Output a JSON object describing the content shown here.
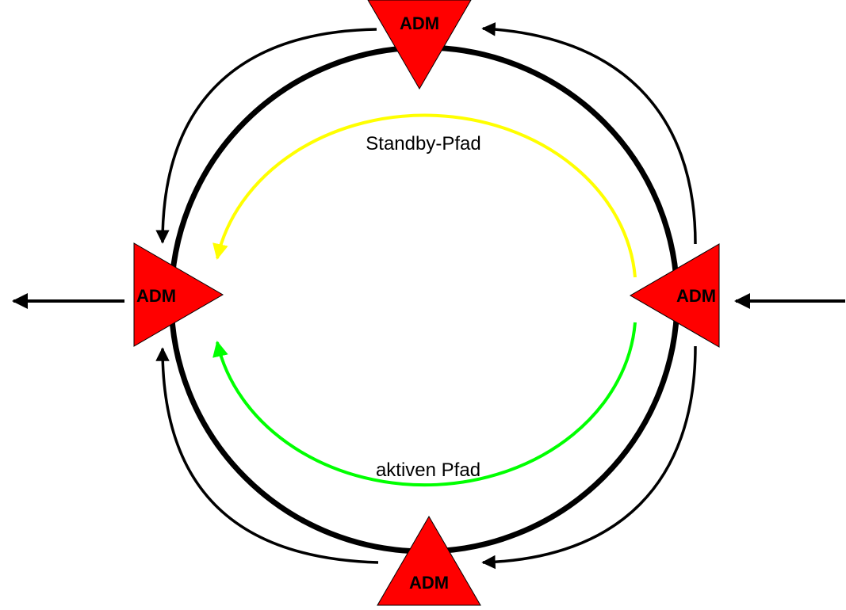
{
  "colors": {
    "node_fill": "#ff0000",
    "ring": "#000000",
    "standby": "#ffff00",
    "active": "#00ff00",
    "arrow": "#000000"
  },
  "nodes": {
    "top": {
      "label": "ADM"
    },
    "left": {
      "label": "ADM"
    },
    "right": {
      "label": "ADM"
    },
    "bottom": {
      "label": "ADM"
    }
  },
  "paths": {
    "standby": {
      "label": "Standby-Pfad"
    },
    "active": {
      "label": "aktiven Pfad"
    }
  }
}
